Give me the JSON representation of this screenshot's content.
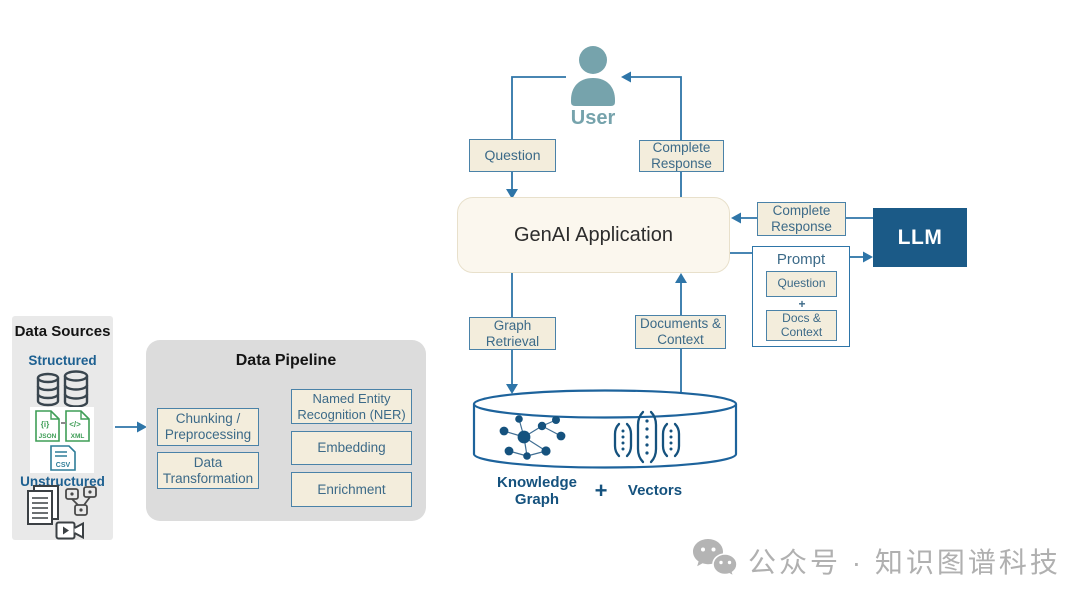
{
  "user": {
    "label": "User"
  },
  "flow": {
    "question_top": "Question",
    "complete_response_top": "Complete Response",
    "genai_label": "GenAI Application",
    "complete_response_right": "Complete Response",
    "prompt": {
      "title": "Prompt",
      "question": "Question",
      "plus": "+",
      "docs_context": "Docs & Context"
    },
    "llm_label": "LLM",
    "graph_retrieval": "Graph Retrieval",
    "documents_context": "Documents & Context"
  },
  "store": {
    "knowledge_graph_label": "Knowledge Graph",
    "plus": "+",
    "vectors_label": "Vectors"
  },
  "data_sources": {
    "title": "Data Sources",
    "structured_label": "Structured",
    "unstructured_label": "Unstructured",
    "files": {
      "json_glyph": "{i}",
      "json_label": "JSON",
      "xml_glyph": "</>",
      "xml_label": "XML",
      "csv_label": "CSV"
    }
  },
  "pipeline": {
    "title": "Data Pipeline",
    "steps": [
      "Chunking / Preprocessing",
      "Data Transformation",
      "Named Entity Recognition (NER)",
      "Embedding",
      "Enrichment"
    ]
  },
  "watermark": {
    "text": "公众号 · 知识图谱科技"
  },
  "colors": {
    "line_blue": "#2e75a8",
    "navy": "#15527e",
    "box_beige": "#f3eddc",
    "box_border": "#4a82a8",
    "box_text": "#3c6a88",
    "llm_bg": "#1b5a87",
    "user_teal": "#76a3ac",
    "genai_bg": "#fbf7ee",
    "label_blue": "#1d6091",
    "watermark_gray": "#b0b0b0"
  }
}
